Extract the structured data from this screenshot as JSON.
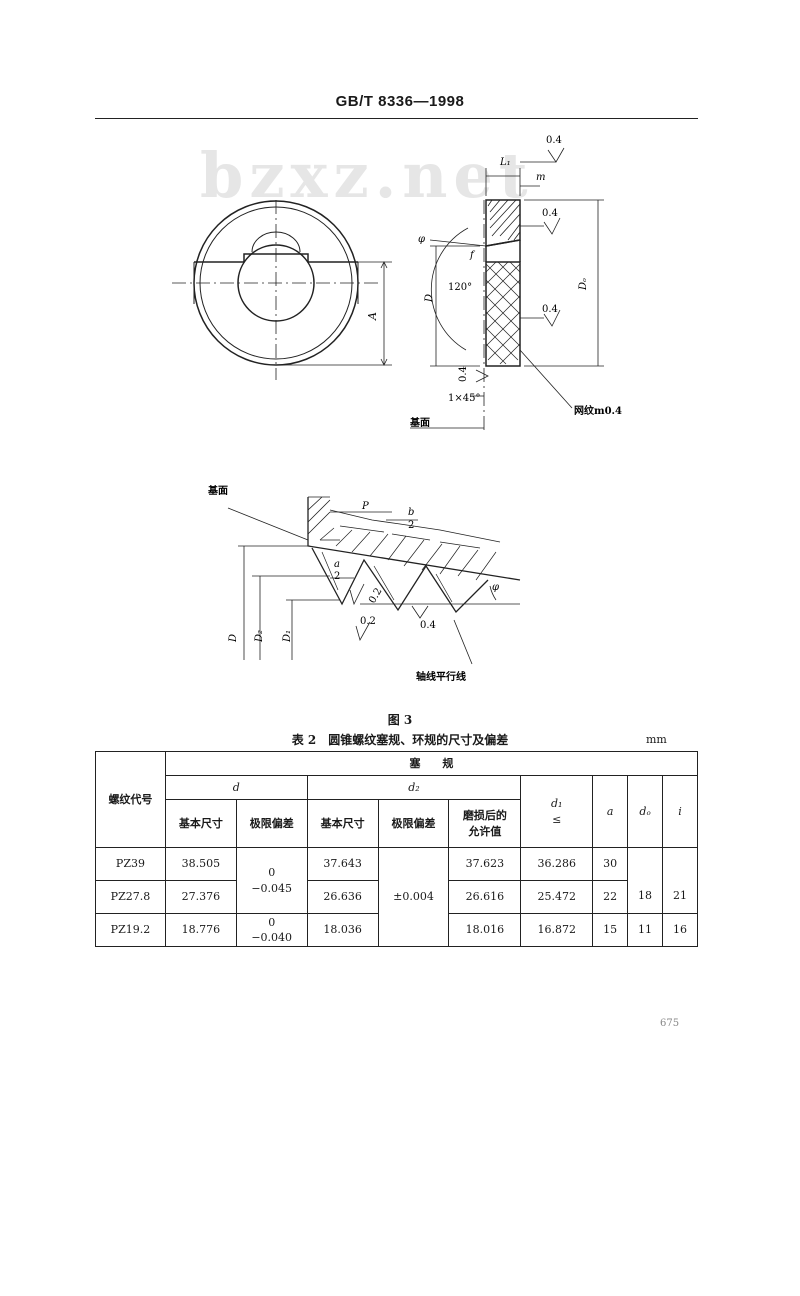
{
  "header": {
    "title": "GB/T 8336—1998"
  },
  "watermark": {
    "text": "bzxz.net"
  },
  "figure_top": {
    "labels": {
      "roughness": "0.4",
      "L1": "L₁",
      "m": "m",
      "phi": "φ",
      "f": "f",
      "angle": "120°",
      "D": "D",
      "Do": "Dₒ",
      "A": "A",
      "chamfer": "1×45°",
      "base_face": "基面",
      "knurl": "网纹m0.4"
    }
  },
  "figure_bottom": {
    "labels": {
      "base_face": "基面",
      "P": "P",
      "b_over_2_num": "b",
      "b_over_2_den": "2",
      "a_over_2_num": "a",
      "a_over_2_den": "2",
      "phi": "φ",
      "roughness_02a": "0.2",
      "roughness_02b": "0.2",
      "roughness_04": "0.4",
      "D": "D",
      "D2": "D₂",
      "D1": "D₁",
      "axis_parallel": "轴线平行线"
    }
  },
  "figure_caption": "图 3",
  "table": {
    "title": "表 2　圆锥螺纹塞规、环规的尺寸及偏差",
    "unit": "mm",
    "headers": {
      "thread_code": "螺纹代号",
      "plug_gauge": "塞　　规",
      "d": "d",
      "d2": "d₂",
      "basic_size": "基本尺寸",
      "limit_deviation": "极限偏差",
      "wear_allow_1": "磨损后的",
      "wear_allow_2": "允许值",
      "d1": "d₁",
      "leq": "≤",
      "a": "a",
      "do": "dₒ",
      "i": "i"
    },
    "rows": [
      {
        "code": "PZ39",
        "d_basic": "38.505",
        "d2_basic": "37.643",
        "d2_worn": "37.623",
        "d1": "36.286",
        "a": "30"
      },
      {
        "code": "PZ27.8",
        "d_basic": "27.376",
        "d2_basic": "26.636",
        "d2_worn": "26.616",
        "d1": "25.472",
        "a": "22"
      },
      {
        "code": "PZ19.2",
        "d_basic": "18.776",
        "d2_basic": "18.036",
        "d2_worn": "18.016",
        "d1": "16.872",
        "a": "15"
      }
    ],
    "merged": {
      "d_dev_1_upper": "0",
      "d_dev_1_lower": "−0.045",
      "d_dev_2_upper": "0",
      "d_dev_2_lower": "−0.040",
      "d2_dev": "±0.004",
      "do_1": "18",
      "do_2": "11",
      "i_1": "21",
      "i_2": "16"
    }
  },
  "page_number": "675"
}
